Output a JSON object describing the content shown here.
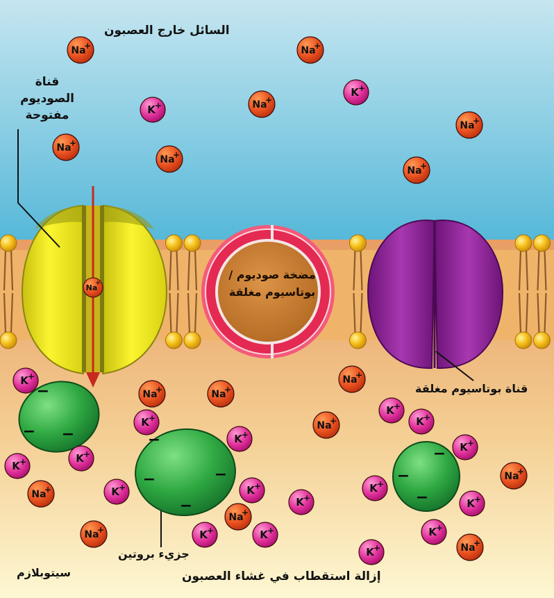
{
  "labels": {
    "extracellular": "السائل خارج العصبون",
    "na_channel_open": "قناة الصوديوم مفتوحة",
    "pump": "مضخة صوديوم /بوتاسيوم مغلقة",
    "k_channel_closed": "قناة بوتاسيوم مغلقة",
    "protein": "جزيء بروتين",
    "cytoplasm": "سيتوبلازم",
    "title": "إزالة استقطاب في غشاء العصبون"
  },
  "ions": {
    "na": "Na",
    "k": "K",
    "charge": "+"
  },
  "protein_charge": "−",
  "colors": {
    "extracellular_top": "#bfe2ee",
    "extracellular_bottom": "#58b9da",
    "cytoplasm_top": "#e9a36b",
    "cytoplasm_bottom": "#fbf3c8",
    "phospholipid_head": "#f7c21e",
    "na_channel": "#f4ee1a",
    "na_ion": "#e8501f",
    "k_ion": "#e0309a",
    "pump_ring": "#e8305a",
    "pump_core": "#c9792f",
    "k_channel": "#962c9e",
    "protein": "#27a13e",
    "arrow": "#c8281e"
  }
}
